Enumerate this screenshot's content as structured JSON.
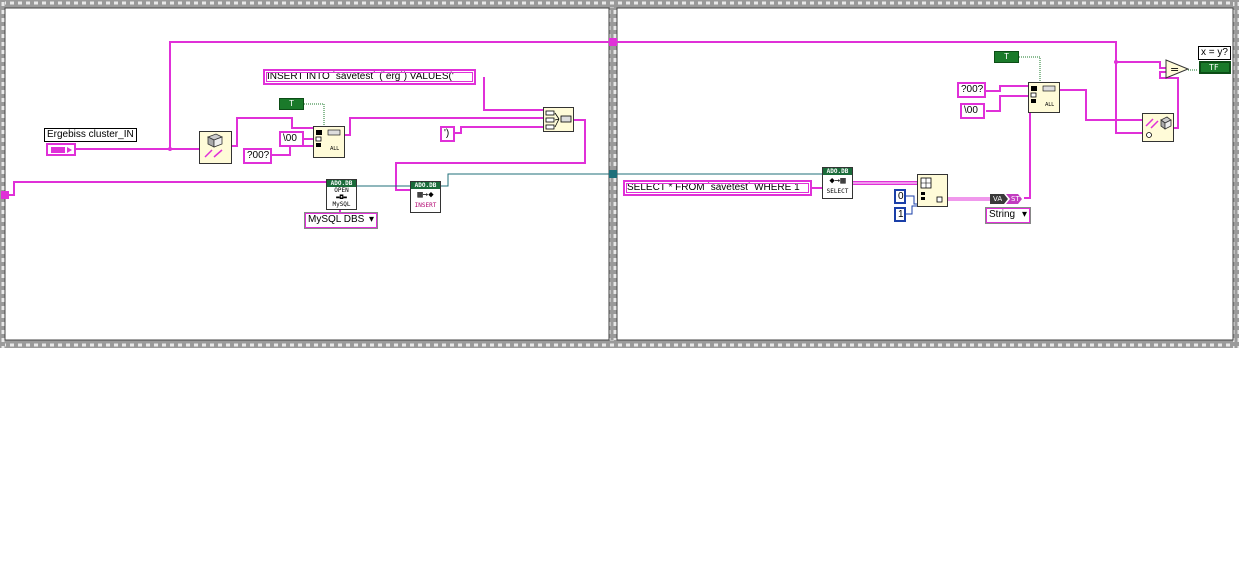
{
  "constants": {
    "insert_prefix": "INSERT INTO `savetest` (`erg`) VALUES('",
    "insert_suffix": "')",
    "null_char_a": "\\00",
    "placeholder_a": "?00?",
    "select_query": "SELECT * FROM `savetest` WHERE 1",
    "null_char_b": "\\00",
    "placeholder_b": "?00?",
    "index_row": "0",
    "index_col": "1",
    "bool_a": "T ",
    "bool_b": "T "
  },
  "controls": {
    "cluster_in_label": "Ergebiss cluster_IN",
    "comparison_label": "x = y?",
    "comparison_terminal": "TF"
  },
  "rings": {
    "provider": "MySQL DBS",
    "type": "String"
  },
  "ado_nodes": {
    "open": {
      "header": "ADO.DB",
      "line1": "OPEN",
      "line2": "MySQL"
    },
    "insert": {
      "header": "ADO.DB",
      "line1": "INSERT"
    },
    "select": {
      "header": "ADO.DB",
      "line1": "SELECT"
    }
  },
  "variant": {
    "left": "VA",
    "right": "ST"
  },
  "colors": {
    "string_wire": "#e030d8",
    "refnum_wire": "#1f6f7a",
    "bool": "#1a7a2a",
    "numeric": "#1a3fa8",
    "frame": "#666666"
  }
}
